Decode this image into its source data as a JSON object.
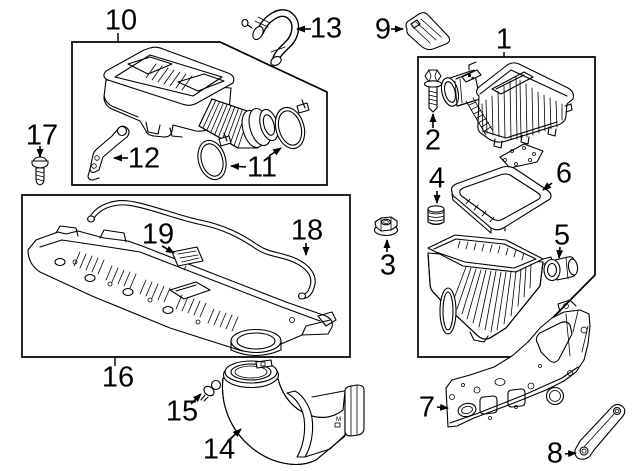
{
  "diagram": {
    "type": "exploded-parts-diagram",
    "subject": "air cleaner and intake duct assembly",
    "colors": {
      "background": "#ffffff",
      "line": "#000000"
    },
    "callouts": [
      "1",
      "2",
      "3",
      "4",
      "5",
      "6",
      "7",
      "8",
      "9",
      "10",
      "11",
      "12",
      "13",
      "14",
      "15",
      "16",
      "17",
      "18",
      "19"
    ],
    "part_markings": {
      "duct_marking": "M"
    }
  }
}
